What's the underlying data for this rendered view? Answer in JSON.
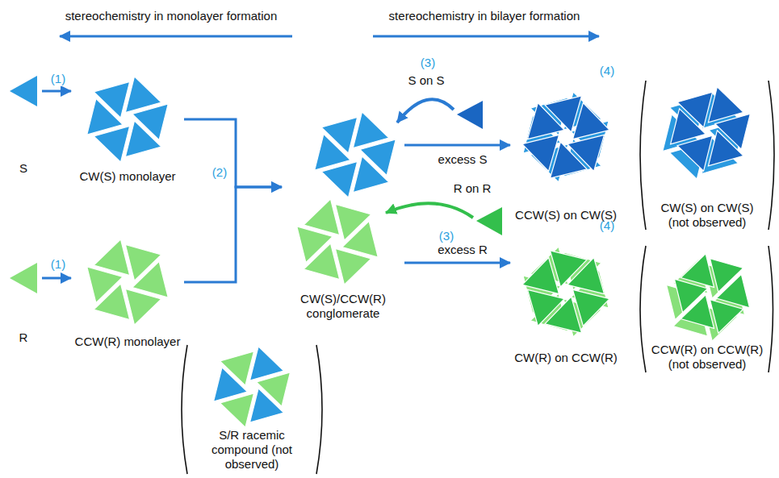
{
  "diagram": {
    "nodes": [
      {
        "text": [
          "S"
        ]
      },
      {
        "text": [
          "R"
        ]
      },
      {
        "text": [
          "CW(S) monolayer"
        ]
      },
      {
        "text": [
          "CCW(R) monolayer"
        ]
      },
      {
        "text": [
          "S/R racemic compound (not observed)"
        ]
      },
      {
        "text": [
          "CW(S)/CCW(R) conglomerate"
        ]
      },
      {
        "text": [
          "CCW(S) on CW(S)"
        ]
      },
      {
        "text": [
          "CW(S) on CW(S) (not observed)"
        ]
      },
      {
        "text": [
          "CW(R) on CCW(R)"
        ]
      },
      {
        "text": [
          "CCW(R) on CCW(R) (not observed)"
        ]
      }
    ],
    "edges": [
      {
        "from": 0,
        "to": 2,
        "arrow": "to",
        "label": "(1)"
      },
      {
        "from": 1,
        "to": 3,
        "arrow": "to",
        "label": "(1)"
      },
      {
        "from": 2,
        "to": 5,
        "arrow": "to",
        "label": "(2)"
      },
      {
        "from": 3,
        "to": 5,
        "arrow": "to"
      },
      {
        "from": 5,
        "to": 6,
        "arrow": "to",
        "label": "excess S"
      },
      {
        "from": 5,
        "to": 8,
        "arrow": "to",
        "label": "excess R"
      }
    ],
    "labels": [
      "stereochemistry in monolayer formation",
      "stereochemistry in bilayer formation",
      "(3)",
      "S on S",
      "(3)",
      "R on R",
      "(4)",
      "(4)"
    ]
  }
}
